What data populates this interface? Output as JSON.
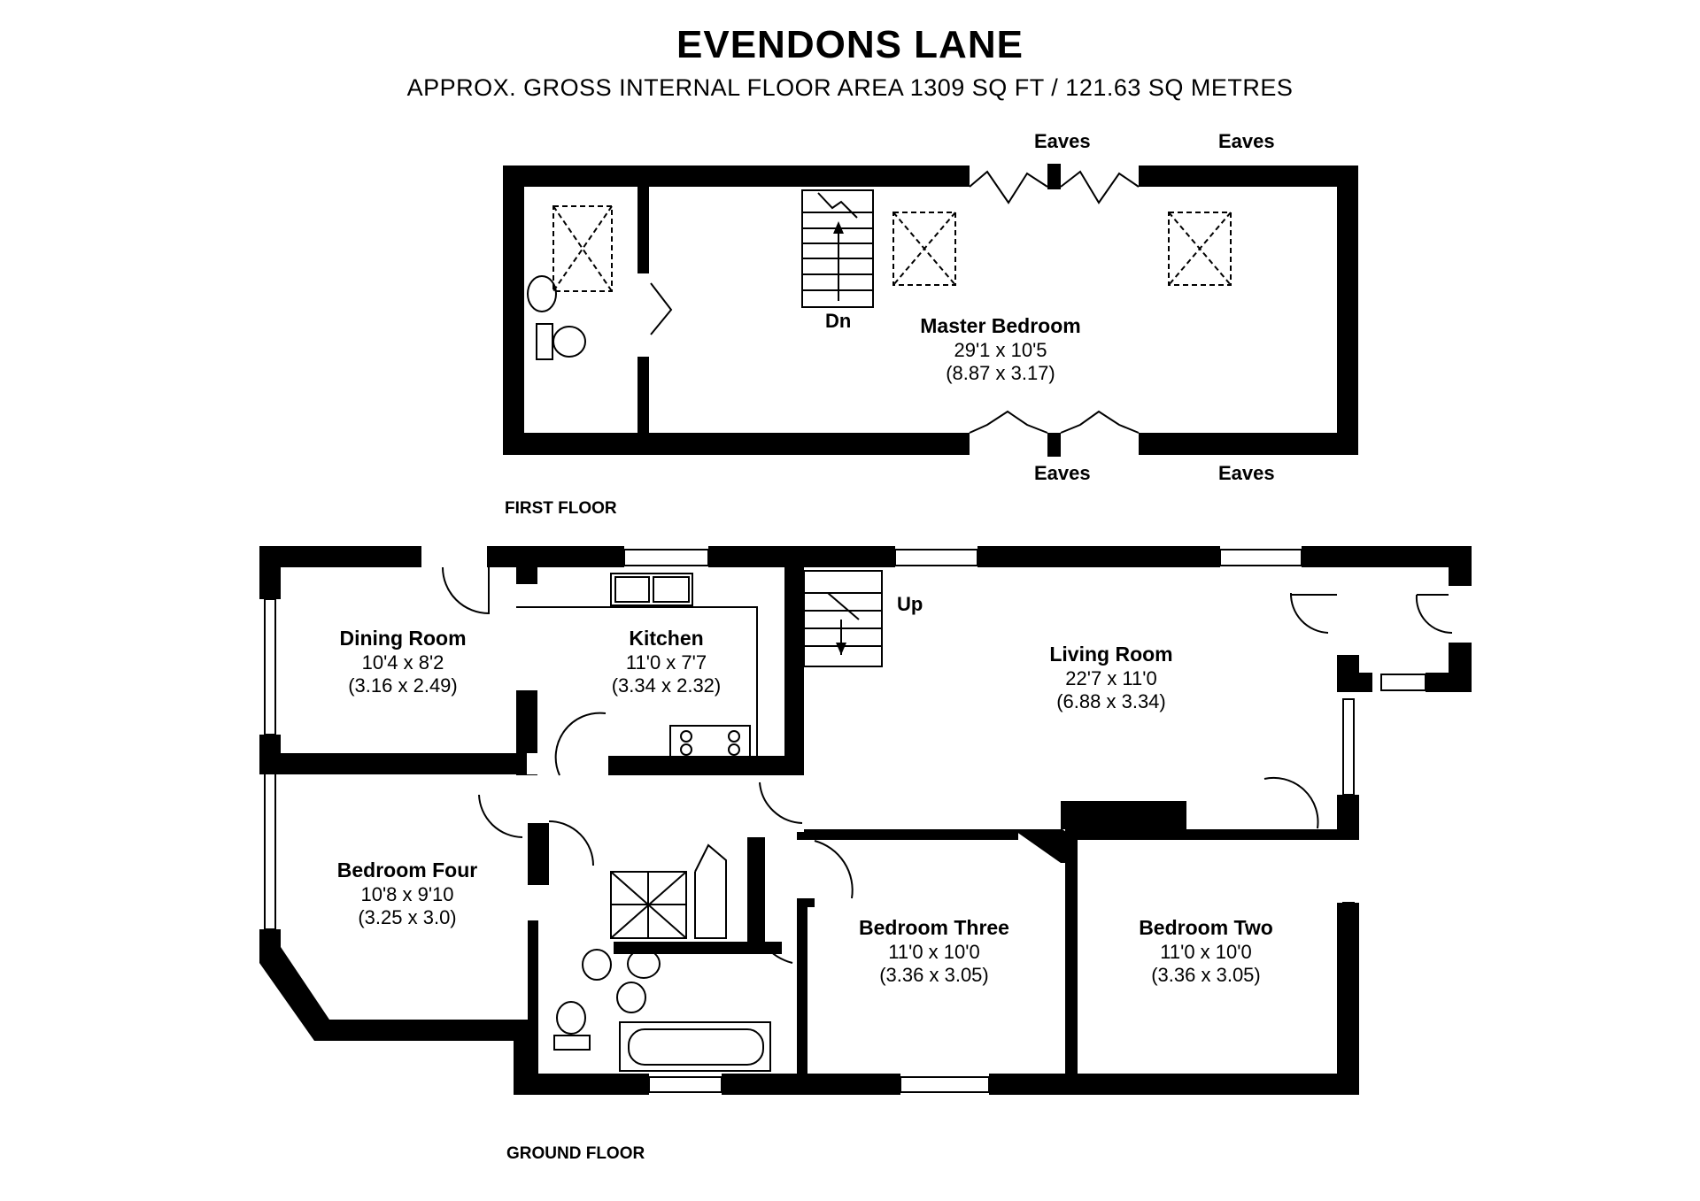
{
  "title": "EVENDONS LANE",
  "subtitle": "APPROX. GROSS INTERNAL FLOOR AREA 1309 SQ FT / 121.63 SQ METRES",
  "floors": {
    "first": "FIRST FLOOR",
    "ground": "GROUND FLOOR"
  },
  "eaves": {
    "top_left": "Eaves",
    "top_right": "Eaves",
    "bottom_left": "Eaves",
    "bottom_right": "Eaves"
  },
  "stairs": {
    "down": "Dn",
    "up": "Up"
  },
  "rooms": {
    "master_bedroom": {
      "name": "Master Bedroom",
      "imperial": "29'1 x 10'5",
      "metric": "(8.87 x 3.17)"
    },
    "dining_room": {
      "name": "Dining Room",
      "imperial": "10'4 x 8'2",
      "metric": "(3.16 x 2.49)"
    },
    "kitchen": {
      "name": "Kitchen",
      "imperial": "11'0 x 7'7",
      "metric": "(3.34 x 2.32)"
    },
    "living_room": {
      "name": "Living Room",
      "imperial": "22'7 x 11'0",
      "metric": "(6.88 x 3.34)"
    },
    "bedroom_four": {
      "name": "Bedroom Four",
      "imperial": "10'8 x 9'10",
      "metric": "(3.25 x 3.0)"
    },
    "bedroom_three": {
      "name": "Bedroom Three",
      "imperial": "11'0 x 10'0",
      "metric": "(3.36 x 3.05)"
    },
    "bedroom_two": {
      "name": "Bedroom Two",
      "imperial": "11'0 x 10'0",
      "metric": "(3.36 x 3.05)"
    }
  },
  "colors": {
    "wall": "#000000",
    "fixture": "#000000",
    "background": "#ffffff"
  }
}
